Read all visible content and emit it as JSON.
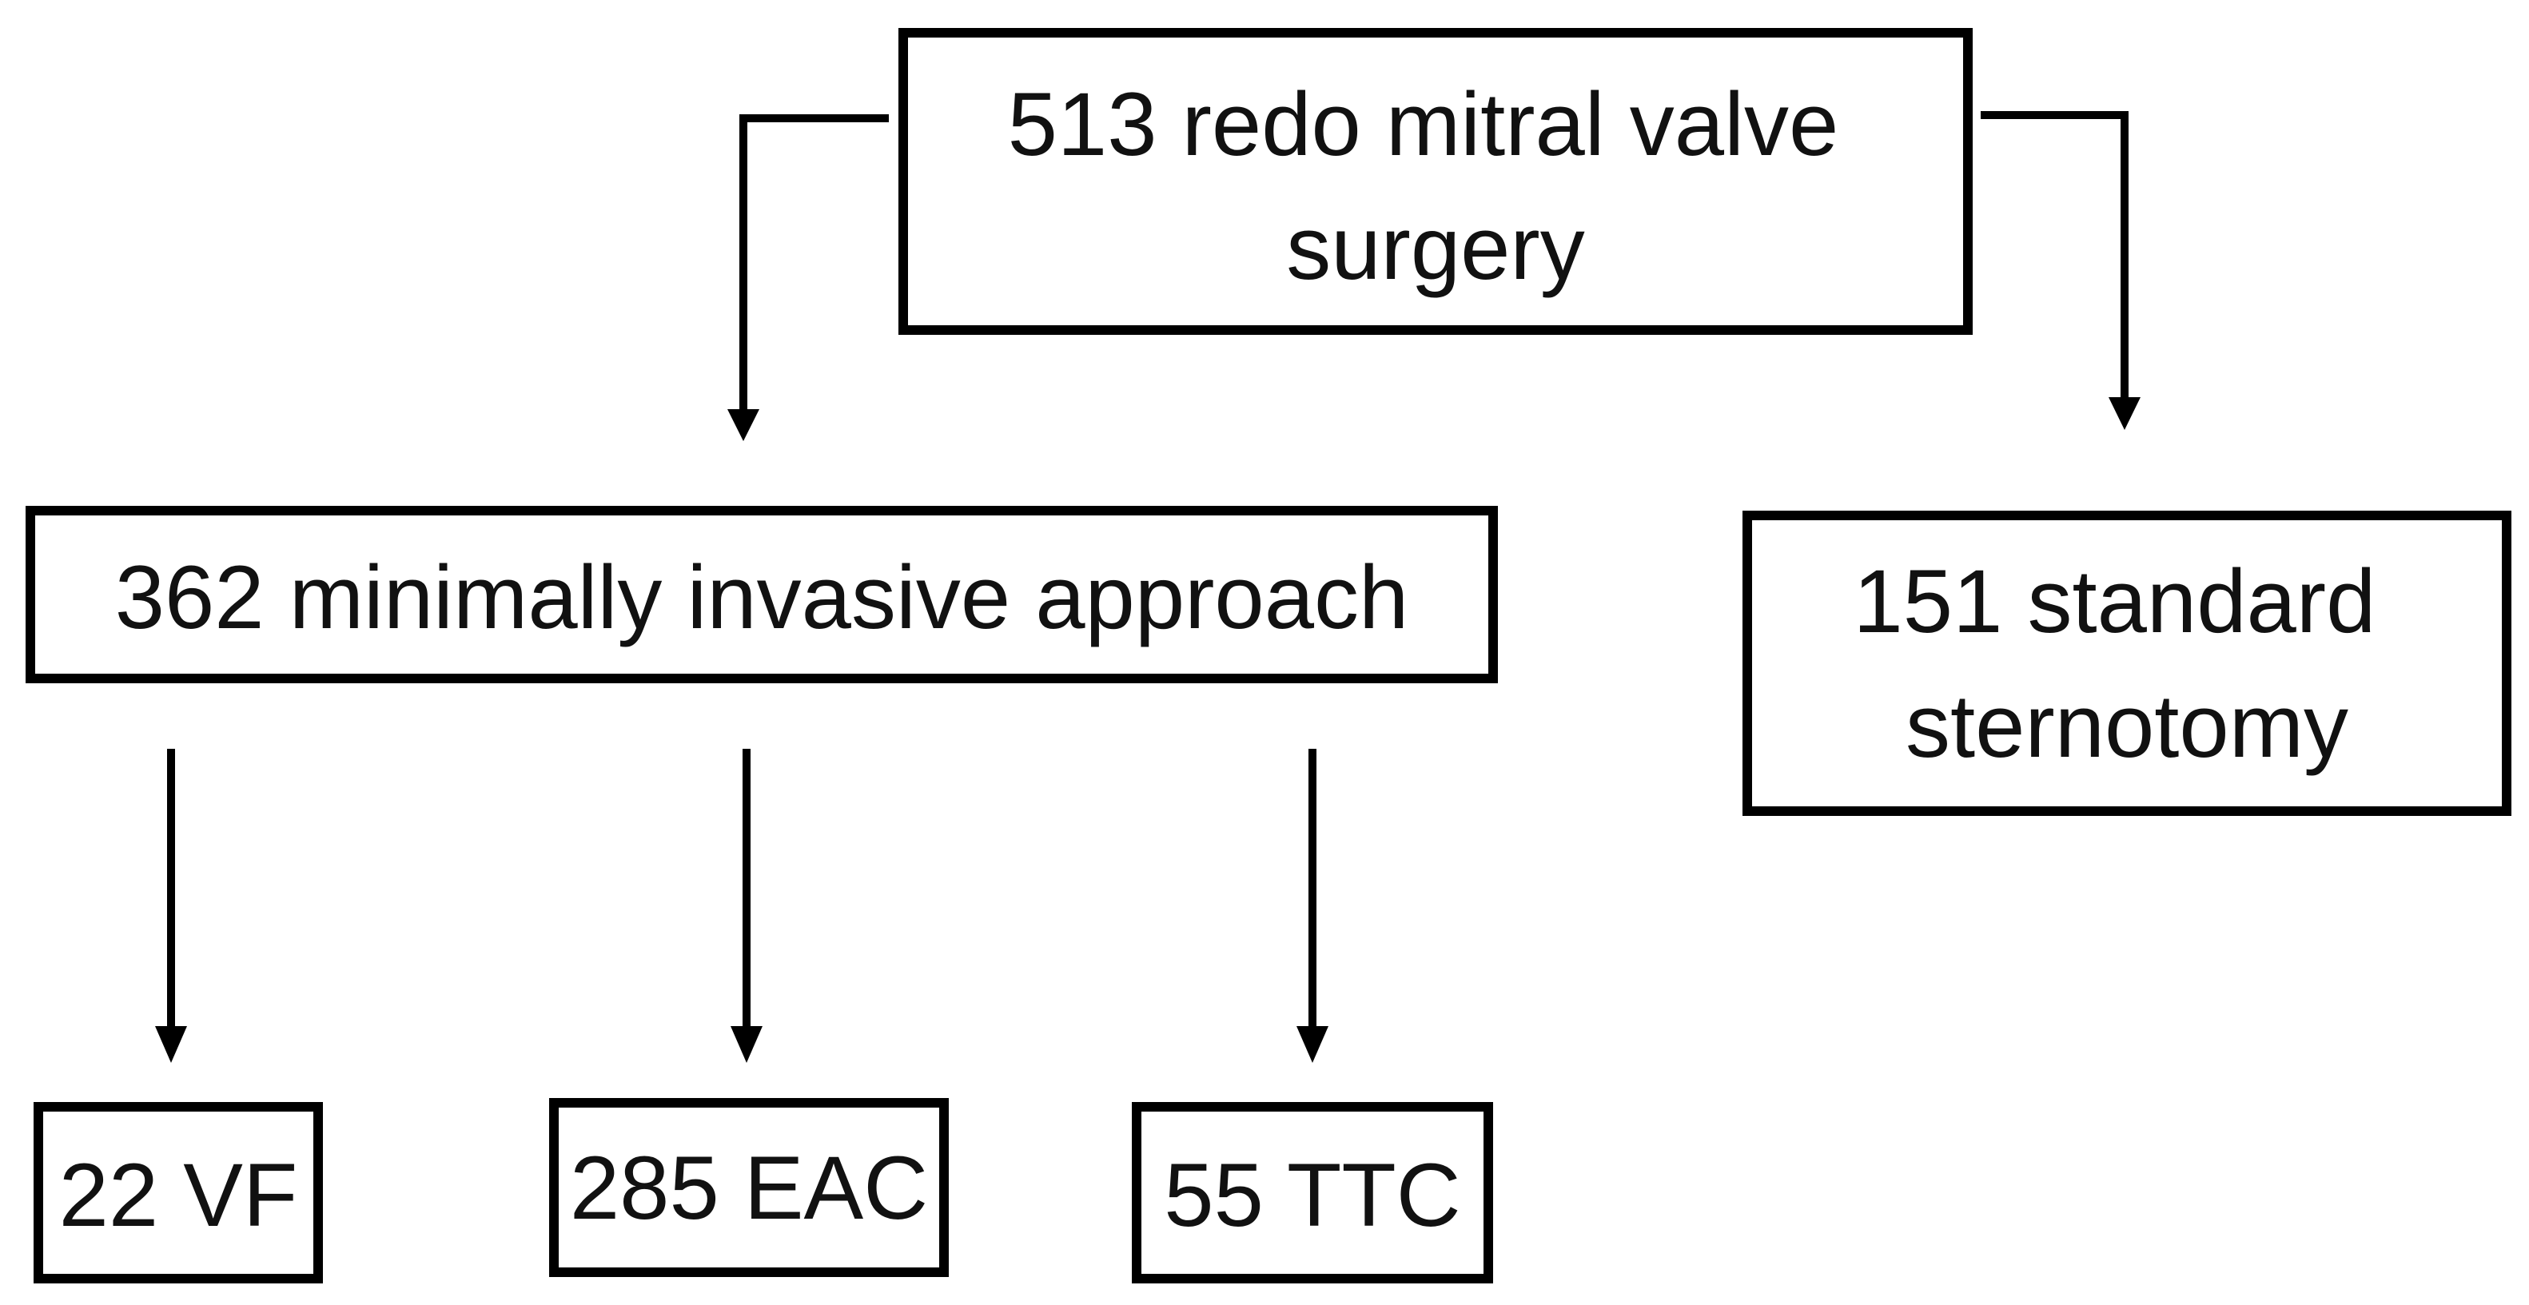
{
  "diagram": {
    "type": "flowchart",
    "nodes": {
      "root": {
        "lines": [
          "513 redo mitral valve",
          "surgery"
        ]
      },
      "minimally_invasive": {
        "lines": [
          "362 minimally invasive approach"
        ]
      },
      "sternotomy": {
        "lines": [
          "151 standard",
          "sternotomy"
        ]
      },
      "vf": {
        "lines": [
          "22 VF"
        ]
      },
      "eac": {
        "lines": [
          "285 EAC"
        ]
      },
      "ttc": {
        "lines": [
          "55 TTC"
        ]
      }
    },
    "edges": [
      {
        "from": "root",
        "to": "minimally_invasive"
      },
      {
        "from": "root",
        "to": "sternotomy"
      },
      {
        "from": "minimally_invasive",
        "to": "vf"
      },
      {
        "from": "minimally_invasive",
        "to": "eac"
      },
      {
        "from": "minimally_invasive",
        "to": "ttc"
      }
    ],
    "colors": {
      "stroke": "#000000",
      "text": "#111111",
      "background": "#ffffff"
    }
  }
}
